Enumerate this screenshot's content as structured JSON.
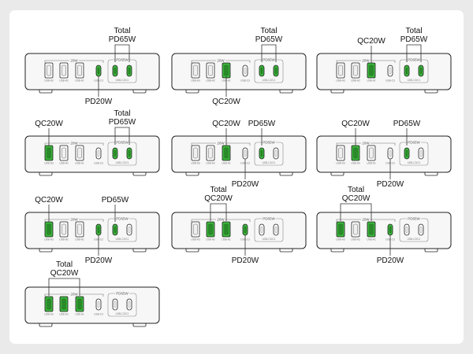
{
  "labels": {
    "total": "Total",
    "pd65": "PD65W",
    "pd20": "PD20W",
    "qc20": "QC20W",
    "group_20w": "20W",
    "group_pd65": "PD65W",
    "port_a3": "USB-A3",
    "port_a2": "USB-A2",
    "port_a1": "USB-A1",
    "port_c3": "USB-C3",
    "port_c21": "USB-C2/C1"
  },
  "colors": {
    "active": "#3cb43c",
    "device_body": "#f7f7f7",
    "outline": "#222222",
    "line": "#333333"
  },
  "configurations": [
    {
      "id": 1,
      "active_ports": [
        "C3",
        "C2",
        "C1"
      ],
      "top_labels": [
        "Total PD65W"
      ],
      "bottom_labels": [
        "PD20W"
      ]
    },
    {
      "id": 2,
      "active_ports": [
        "A1",
        "C2",
        "C1"
      ],
      "top_labels": [
        "Total PD65W"
      ],
      "bottom_labels": [
        "QC20W"
      ]
    },
    {
      "id": 3,
      "active_ports": [
        "A1",
        "C2",
        "C1"
      ],
      "top_labels": [
        "QC20W",
        "Total PD65W"
      ],
      "bottom_labels": []
    },
    {
      "id": 4,
      "active_ports": [
        "A3",
        "C2",
        "C1"
      ],
      "top_labels": [
        "QC20W",
        "Total PD65W"
      ],
      "bottom_labels": []
    },
    {
      "id": 5,
      "active_ports": [
        "A1",
        "C2"
      ],
      "top_labels": [
        "QC20W",
        "PD65W"
      ],
      "bottom_labels": [
        "PD20W"
      ]
    },
    {
      "id": 6,
      "active_ports": [
        "A2",
        "C2"
      ],
      "top_labels": [
        "QC20W",
        "PD65W"
      ],
      "bottom_labels": [
        "PD20W"
      ]
    },
    {
      "id": 7,
      "active_ports": [
        "A3",
        "C3",
        "C2"
      ],
      "top_labels": [
        "QC20W",
        "PD65W"
      ],
      "bottom_labels": [
        "PD20W"
      ]
    },
    {
      "id": 8,
      "active_ports": [
        "A2",
        "A1",
        "C3"
      ],
      "top_labels": [
        "Total QC20W"
      ],
      "bottom_labels": [
        "PD20W"
      ]
    },
    {
      "id": 9,
      "active_ports": [
        "A3",
        "A1",
        "C3"
      ],
      "top_labels": [
        "Total QC20W"
      ],
      "bottom_labels": [
        "PD20W"
      ]
    },
    {
      "id": 10,
      "active_ports": [
        "A3",
        "A2",
        "A1"
      ],
      "top_labels": [
        "Total QC20W"
      ],
      "bottom_labels": []
    }
  ]
}
